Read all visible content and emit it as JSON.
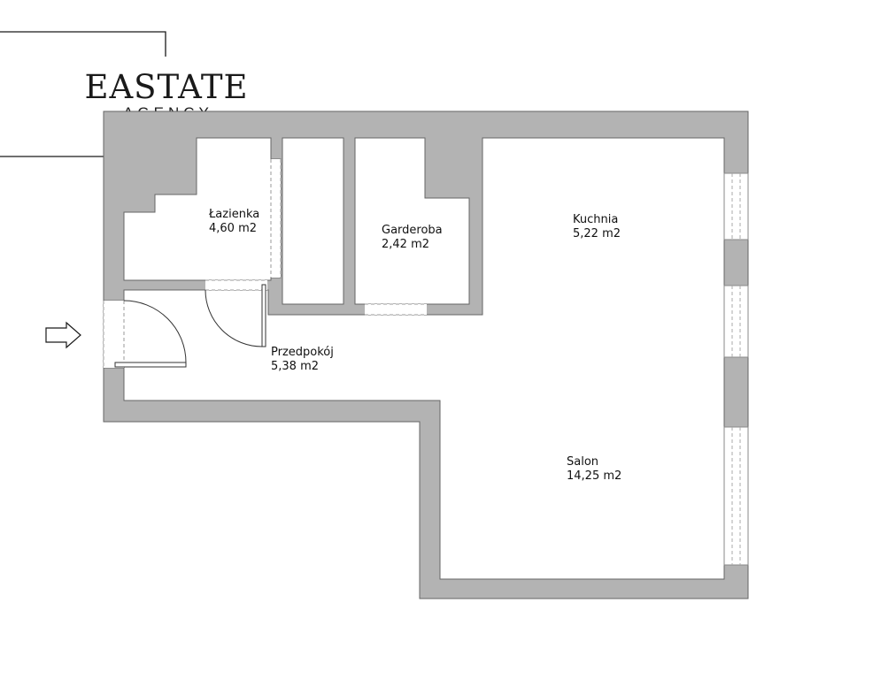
{
  "brand": {
    "name": "EASTATE",
    "tagline": "AGENCY"
  },
  "rooms": [
    {
      "name": "Łazienka",
      "area": "4,60 m2"
    },
    {
      "name": "Garderoba",
      "area": "2,42 m2"
    },
    {
      "name": "Kuchnia",
      "area": "5,22 m2"
    },
    {
      "name": "Przedpokój",
      "area": "5,38 m2"
    },
    {
      "name": "Salon",
      "area": "14,25 m2"
    }
  ],
  "colors": {
    "wall": "#b3b3b3",
    "wall_edge": "#666666",
    "line": "#1a1a1a",
    "background": "#ffffff"
  },
  "icons": {
    "entrance": "arrow-right-outline-icon"
  }
}
